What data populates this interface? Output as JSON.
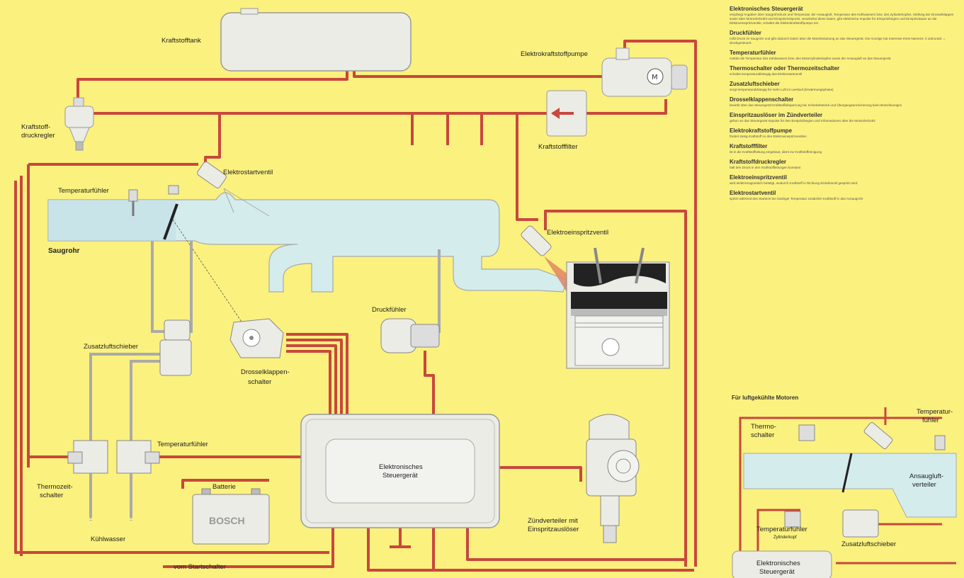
{
  "diagram": {
    "labels": {
      "kraftstofftank": "Kraftstofftank",
      "elektrokraftstoffpumpe": "Elektrokraftstoffpumpe",
      "druckregler_1": "Kraftstoff-",
      "druckregler_2": "druckregler",
      "kraftstofffilter": "Kraftstofffilter",
      "elektrostartventil": "Elektrostartventil",
      "temperaturfuehler_top": "Temperaturfühler",
      "saugrohr": "Saugrohr",
      "elektroeinspritzventil": "Elektroeinspritzventil",
      "druckfuehler": "Druckfühler",
      "zusatzluftschieber": "Zusatzluftschieber",
      "drosselklappen_1": "Drosselklappen-",
      "drosselklappen_2": "schalter",
      "temperaturfuehler_bottom": "Temperaturfühler",
      "thermozeit_1": "Thermozeit-",
      "thermozeit_2": "schalter",
      "batterie": "Batterie",
      "bosch": "BOSCH",
      "kuehlwasser": "Kühlwasser",
      "steuergeraet_1": "Elektronisches",
      "steuergeraet_2": "Steuergerät",
      "zuendverteiler_1": "Zündverteiler mit",
      "zuendverteiler_2": "Einspritzauslöser",
      "vom_startschalter": "vom Startschalter"
    }
  },
  "legend": [
    {
      "title": "Elektronisches Steuergerät",
      "desc": "empfängt Angaben über Saugrohrdruck und Temperatur der Ansaugluft, Temperatur des Kühlwassers bzw. des Zylinderkopfes, Stellung der Drosselklappen sowie über Motordrehzahl und Einspritzzeitpunkt, verarbeitet diese Daten, gibt elektrische Impulse für Einspritzbeginn und Einspritzdauer an die Elektroeinspritzventile, schaltet die Elektrokraftstoffpumpe ein."
    },
    {
      "title": "Druckfühler",
      "desc": "mißt Druck im Saugrohr und gibt dadurch Daten über die Motorbelastung an das Steuergerät. Die Anzeige hat Interesse Ihres Namens: 0 Jahruntdr. = druckgesteuert."
    },
    {
      "title": "Temperaturfühler",
      "desc": "meldet die Temperatur des Kühlwassers bzw. des Motorzylinderkopfes sowie der Ansaugluft an das Steuergerät."
    },
    {
      "title": "Thermoschalter oder Thermozeitschalter",
      "desc": "schaltet temperaturabhängig das Elektrostartventil"
    },
    {
      "title": "Zusatzluftschieber",
      "desc": "sorgt temperaturabhängig für mehr Luft im Leerlauf (Erwärmungsphase)"
    },
    {
      "title": "Drosselklappenschalter",
      "desc": "bewirkt über das Steuergerät Kraftstoffabsperrung bei Schiebebetrieb und Übergangsanreicherung beim Beschleunigen"
    },
    {
      "title": "Einspritzauslöser im Zündverteiler",
      "desc": "gebon an das Steuergerät Impulse für den Einspritzbeginn und Informationen über die Motordrehzahl"
    },
    {
      "title": "Elektrokraftstoffpumpe",
      "desc": "fördert stetig Kraftstoff zu den Elektroeinspritzventilen"
    },
    {
      "title": "Kraftstofffilter",
      "desc": "ist in die Kraftstoffleitung eingebaut, dient zur Kraftstoffreinigung"
    },
    {
      "title": "Kraftstoffdruckregler",
      "desc": "hält den Druck in den Kraftstoffleitungen konstant"
    },
    {
      "title": "Elektroeinspritzventil",
      "desc": "wird elektromagnetisch betätigt, wodurch Kraftstoff in Richtung Einlaßventil gespritzt wird"
    },
    {
      "title": "Elektrostartventil",
      "desc": "spritzt während des Startens bei niedriger Temperatur zusätzlich Kraftstoff in das Ansaugrohr"
    }
  ],
  "inset": {
    "title": "Für luftgekühlte Motoren",
    "thermoschalter_1": "Thermo-",
    "thermoschalter_2": "schalter",
    "temperaturfuehler_tr_1": "Temperatur-",
    "temperaturfuehler_tr_2": "fühler",
    "ansaugluft_1": "Ansaugluft-",
    "ansaugluft_2": "verteiler",
    "temperaturfuehler_zyl": "Temperaturfühler",
    "zylinderkopf": "Zylinderkopf",
    "zusatzluftschieber": "Zusatzluftschieber",
    "steuergeraet_1": "Elektronisches",
    "steuergeraet_2": "Steuergerät"
  },
  "colors": {
    "background": "#fbf17e",
    "fuel_line": "#c8483c",
    "air_duct": "#d4ecec",
    "component": "#ecece6"
  }
}
